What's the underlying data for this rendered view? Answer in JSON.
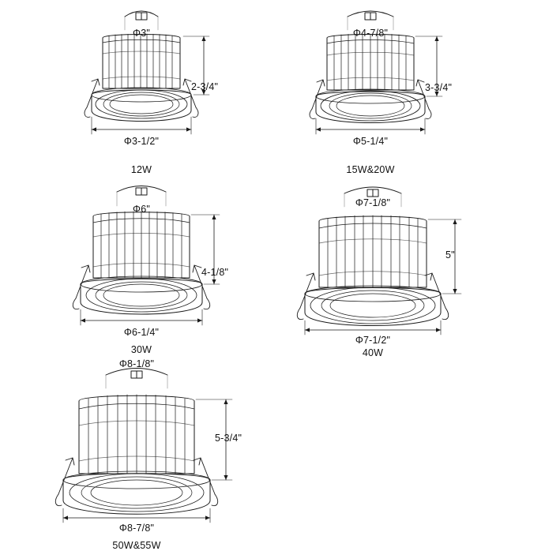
{
  "diagram": {
    "title": "LED Downlight Dimension Drawings",
    "background_color": "#ffffff",
    "line_color": "#1a1a1a",
    "units": [
      {
        "id": "unit-12w",
        "model_label": "12W",
        "top_diameter": "Φ3\"",
        "bottom_diameter": "Φ3-1/2\"",
        "height": "2-3/4\""
      },
      {
        "id": "unit-15w-20w",
        "model_label": "15W&20W",
        "top_diameter": "Φ4-7/8\"",
        "bottom_diameter": "Φ5-1/4\"",
        "height": "3-3/4\""
      },
      {
        "id": "unit-30w",
        "model_label": "30W",
        "top_diameter": "Φ6\"",
        "bottom_diameter": "Φ6-1/4\"",
        "height": "4-1/8\""
      },
      {
        "id": "unit-40w",
        "model_label": "40W",
        "top_diameter": "Φ7-1/8\"",
        "bottom_diameter": "Φ7-1/2\"",
        "height": "5\""
      },
      {
        "id": "unit-50w-55w",
        "model_label": "50W&55W",
        "top_diameter": "Φ8-1/8\"",
        "bottom_diameter": "Φ8-7/8\"",
        "height": "5-3/4\""
      }
    ]
  }
}
